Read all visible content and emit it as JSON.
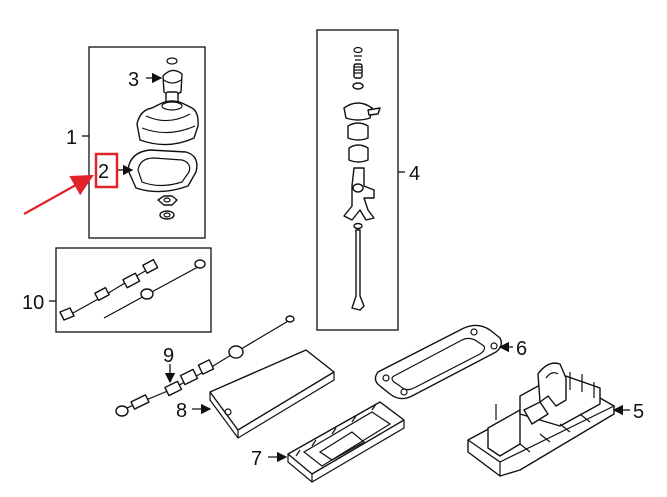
{
  "diagram": {
    "callouts": [
      {
        "label": "1"
      },
      {
        "label": "2"
      },
      {
        "label": "3"
      },
      {
        "label": "4"
      },
      {
        "label": "5"
      },
      {
        "label": "6"
      },
      {
        "label": "7"
      },
      {
        "label": "8"
      },
      {
        "label": "9"
      },
      {
        "label": "10"
      }
    ],
    "highlight": {
      "target_label": "2",
      "color": "#e0242a"
    },
    "line_color": "#111111"
  }
}
